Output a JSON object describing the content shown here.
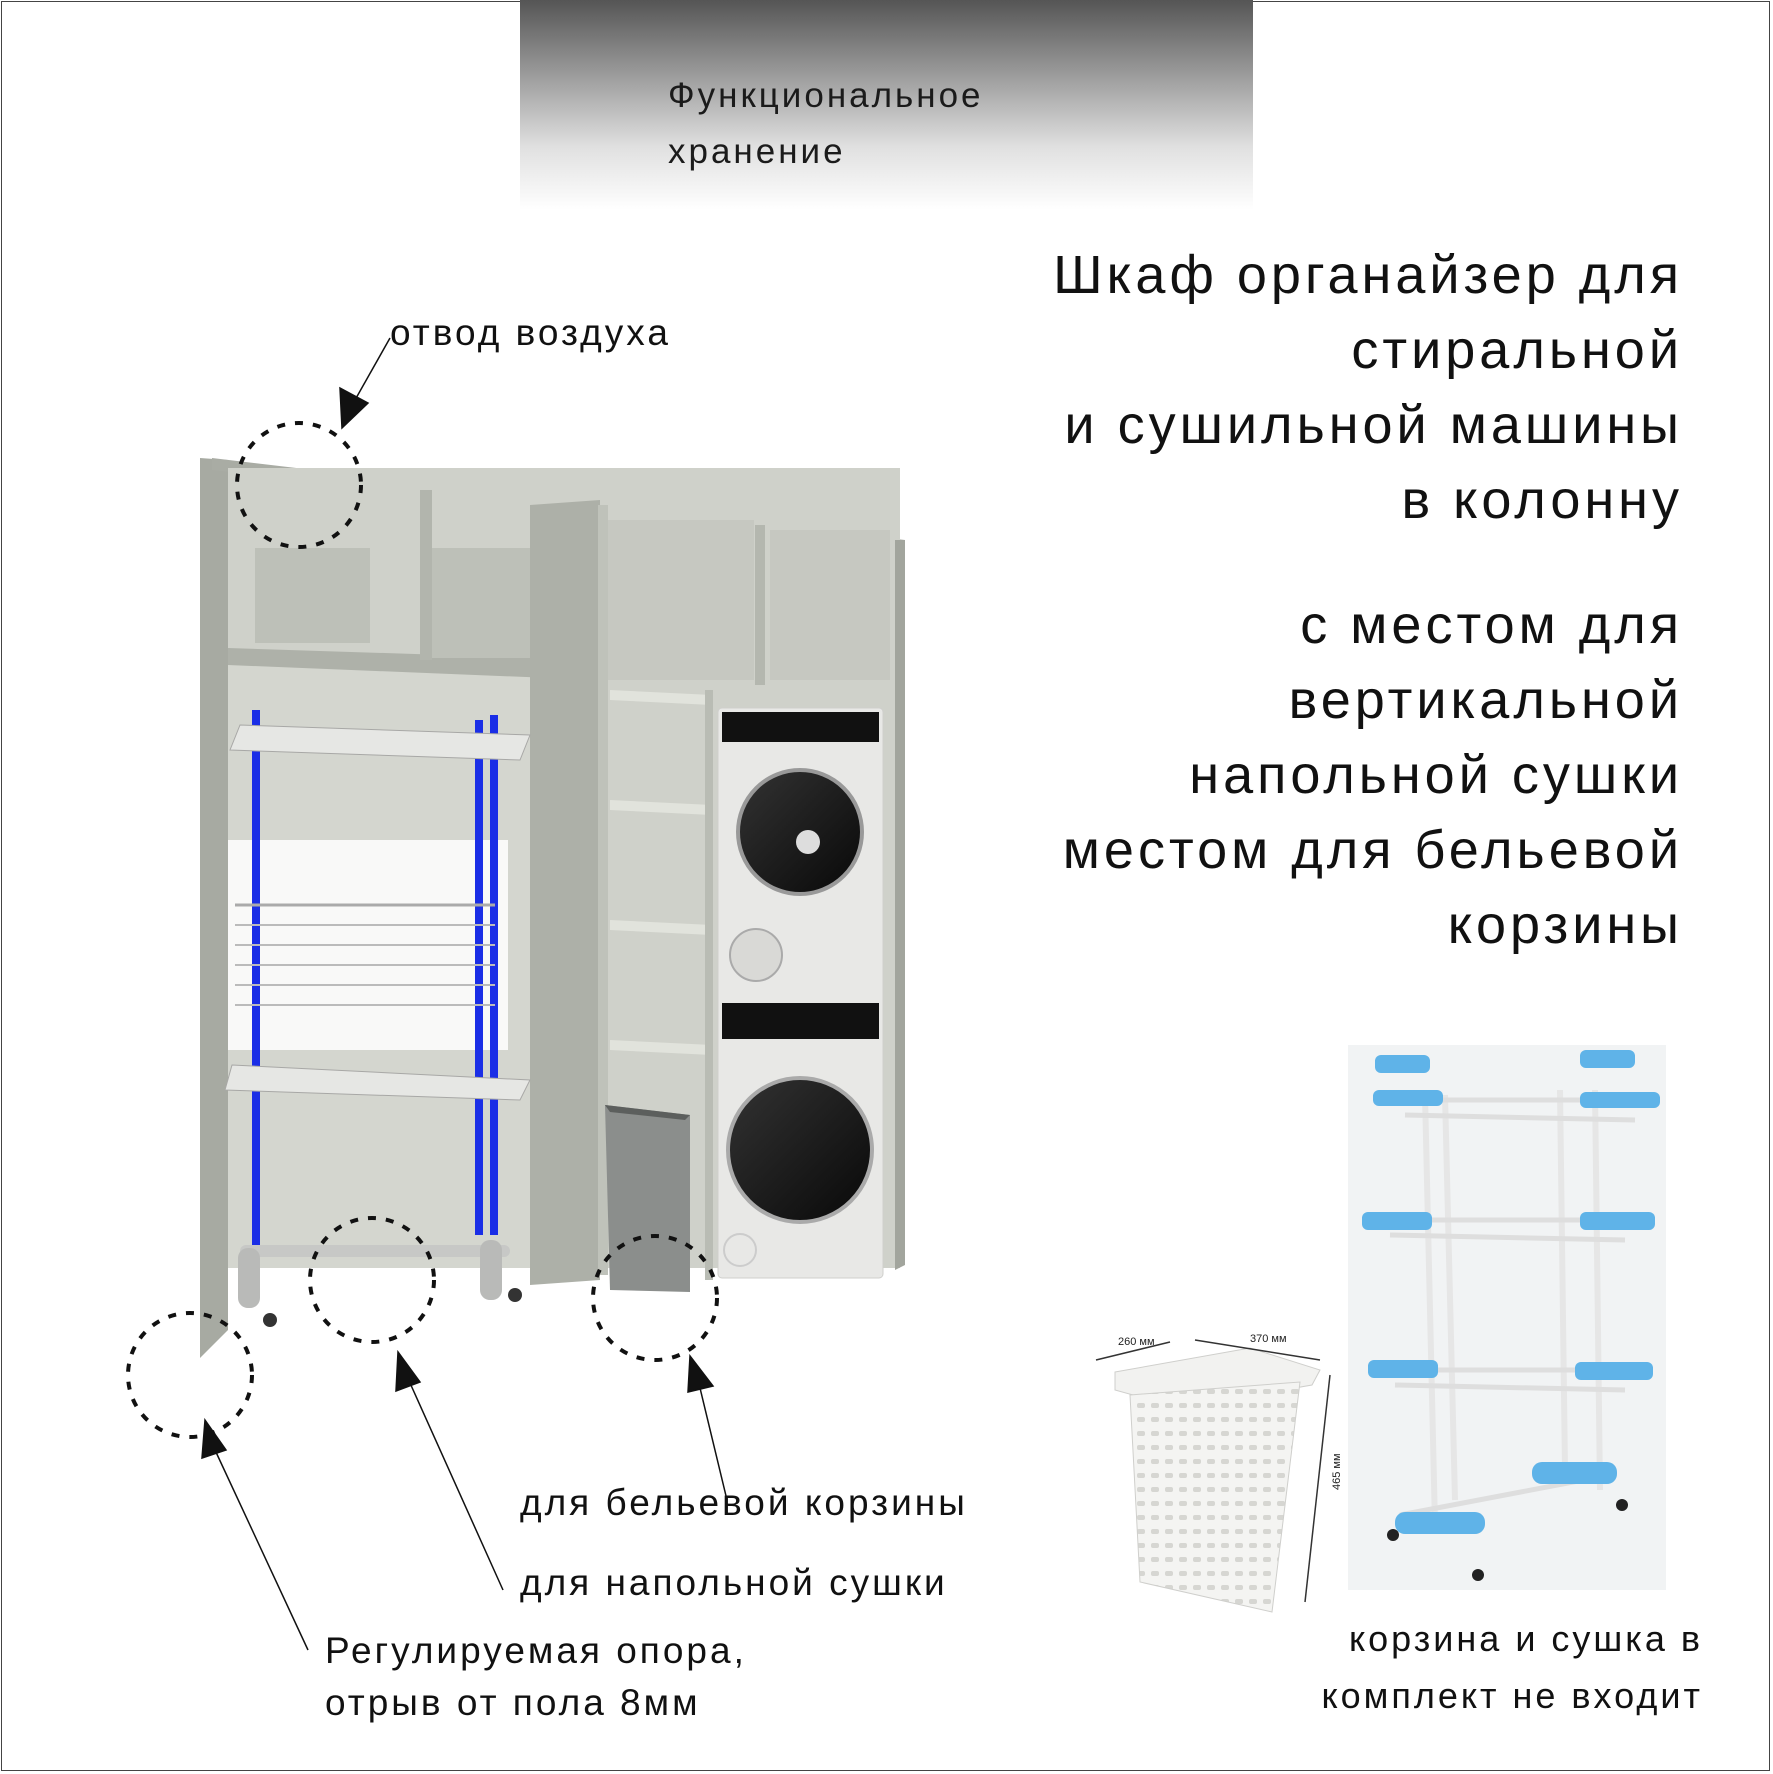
{
  "brand": {
    "line1": "Функциональное",
    "line2": "хранение"
  },
  "title": {
    "lines": [
      "Шкаф органайзер  для",
      "стиральной",
      "и сушильной машины",
      "в колонну"
    ],
    "sub_lines": [
      "с местом для",
      "вертикальной",
      "напольной сушки",
      "местом для бельевой",
      "корзины"
    ]
  },
  "callouts": {
    "air_vent": "отвод воздуха",
    "basket_place": "для бельевой корзины",
    "dryer_place": "для напольной сушки",
    "foot_line1": "Регулируемая опора,",
    "foot_line2": "отрыв от пола 8мм"
  },
  "basket_dims": {
    "depth": "260 мм",
    "width": "370 мм",
    "height": "465 мм"
  },
  "note": {
    "line1": "корзина и сушка в",
    "line2": "комплект не входит"
  },
  "colors": {
    "cabinet": "#b9bcb4",
    "rack_pole": "#1a2ee6",
    "dryer_accent": "#5fb3e8",
    "text": "#111111"
  }
}
